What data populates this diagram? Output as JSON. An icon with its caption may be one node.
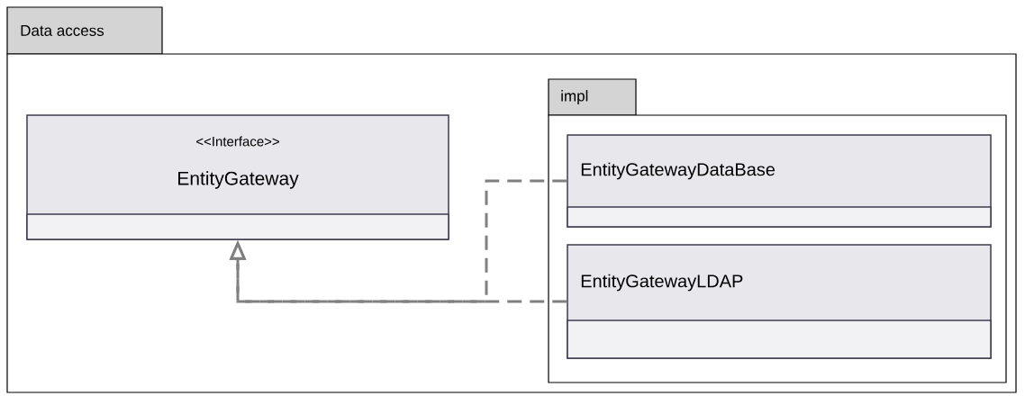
{
  "diagram": {
    "nodes": [
      {
        "text": [
          "Data access"
        ]
      },
      {
        "text": [
          "<<Interface>>",
          "EntityGateway"
        ],
        "in": 0
      },
      {
        "text": [
          "impl"
        ],
        "in": 0
      },
      {
        "text": [
          "EntityGatewayDataBase"
        ],
        "in": 2
      },
      {
        "text": [
          "EntityGatewayLDAP"
        ],
        "in": 2
      }
    ],
    "edges": [
      {
        "from": 3,
        "to": 1,
        "arrow": "to",
        "style": "dashed"
      },
      {
        "from": 4,
        "to": 1,
        "arrow": "to",
        "style": "dashed"
      }
    ]
  }
}
